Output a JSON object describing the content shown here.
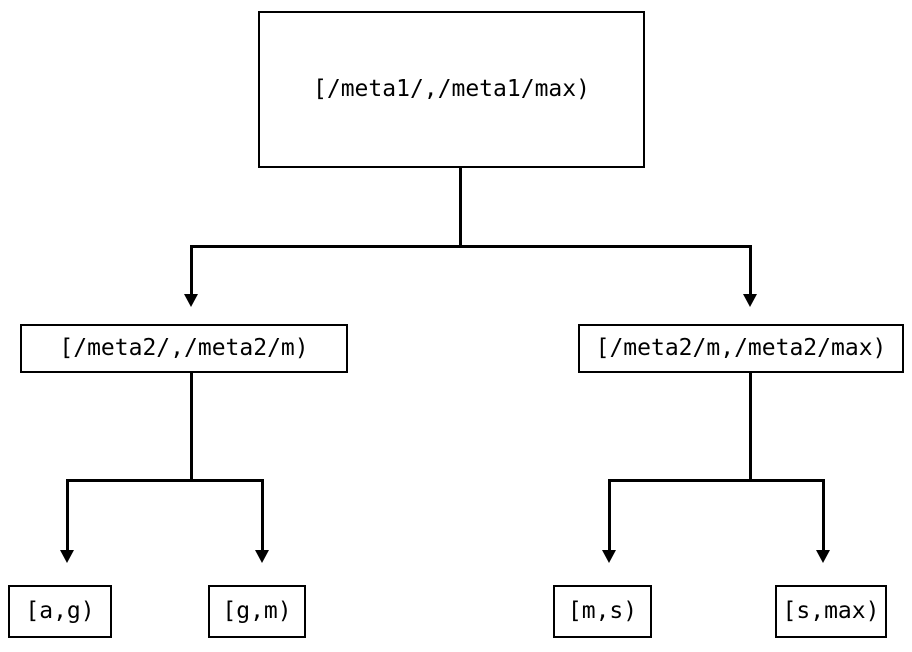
{
  "diagram": {
    "type": "tree",
    "orientation": "top-down",
    "background_color": "#ffffff",
    "stroke_color": "#000000",
    "text_color": "#000000",
    "nodes": {
      "root": {
        "label": "[/meta1/,/meta1/max)",
        "level": 0
      },
      "mid_left": {
        "label": "[/meta2/,/meta2/m)",
        "level": 1
      },
      "mid_right": {
        "label": "[/meta2/m,/meta2/max)",
        "level": 1
      },
      "leaf_1": {
        "label": "[a,g)",
        "level": 2
      },
      "leaf_2": {
        "label": "[g,m)",
        "level": 2
      },
      "leaf_3": {
        "label": "[m,s)",
        "level": 2
      },
      "leaf_4": {
        "label": "[s,max)",
        "level": 2
      }
    },
    "edges": [
      {
        "from": "root",
        "to": "mid_left",
        "arrow": "down-triangle"
      },
      {
        "from": "root",
        "to": "mid_right",
        "arrow": "down-triangle"
      },
      {
        "from": "mid_left",
        "to": "leaf_1",
        "arrow": "down-triangle"
      },
      {
        "from": "mid_left",
        "to": "leaf_2",
        "arrow": "down-triangle"
      },
      {
        "from": "mid_right",
        "to": "leaf_3",
        "arrow": "down-triangle"
      },
      {
        "from": "mid_right",
        "to": "leaf_4",
        "arrow": "down-triangle"
      }
    ]
  }
}
